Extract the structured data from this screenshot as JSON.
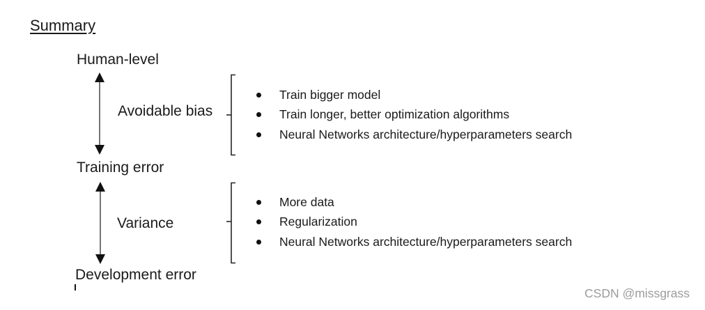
{
  "slide": {
    "title": "Summary",
    "sections": [
      {
        "top_label": "Human-level",
        "gap_label": "Avoidable bias",
        "remedies": [
          "Train bigger model",
          "Train longer, better optimization algorithms",
          "Neural Networks architecture/hyperparameters search"
        ]
      },
      {
        "top_label": "Training error",
        "gap_label": "Variance",
        "remedies": [
          "More data",
          "Regularization",
          "Neural Networks architecture/hyperparameters search"
        ]
      }
    ],
    "bottom_label": "Development error"
  },
  "watermark": "CSDN @missgrass",
  "colors": {
    "text": "#1a1a1a",
    "arrow": "#111111",
    "bracket": "#262626",
    "watermark": "#9c9c9c"
  }
}
